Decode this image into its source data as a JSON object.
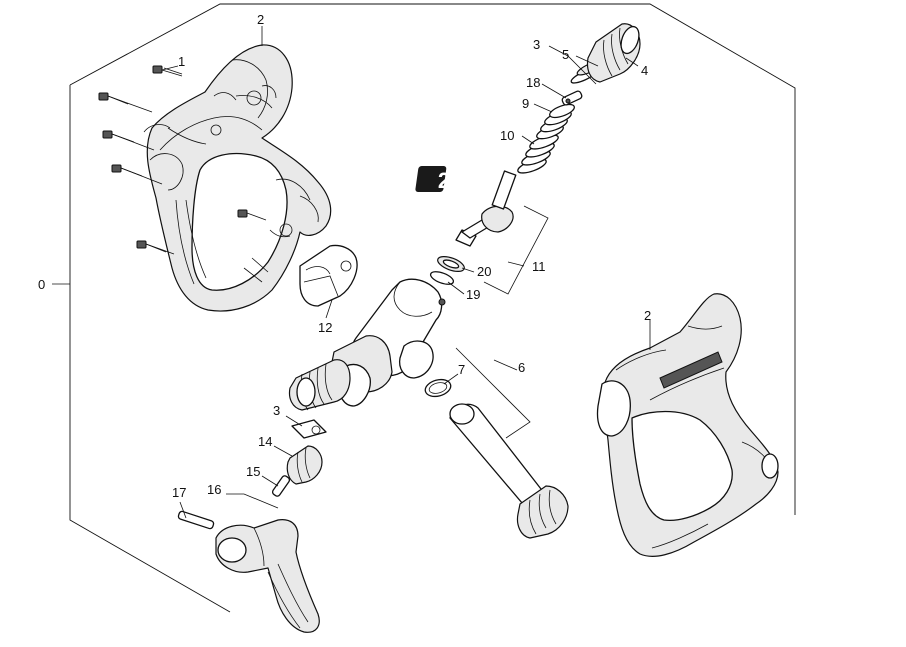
{
  "colors": {
    "ink": "#111111",
    "paper": "#ffffff",
    "shade": "#e9e9e9",
    "badge": "#1a1a1a"
  },
  "badge": {
    "text": "2"
  },
  "labels": {
    "l0": "0",
    "l1": "1",
    "l2a": "2",
    "l2b": "2",
    "l3a": "3",
    "l3b": "3",
    "l4": "4",
    "l5": "5",
    "l6": "6",
    "l7": "7",
    "l9": "9",
    "l10": "10",
    "l11": "11",
    "l12": "12",
    "l14": "14",
    "l15": "15",
    "l16": "16",
    "l17": "17",
    "l18": "18",
    "l19": "19",
    "l20": "20"
  }
}
